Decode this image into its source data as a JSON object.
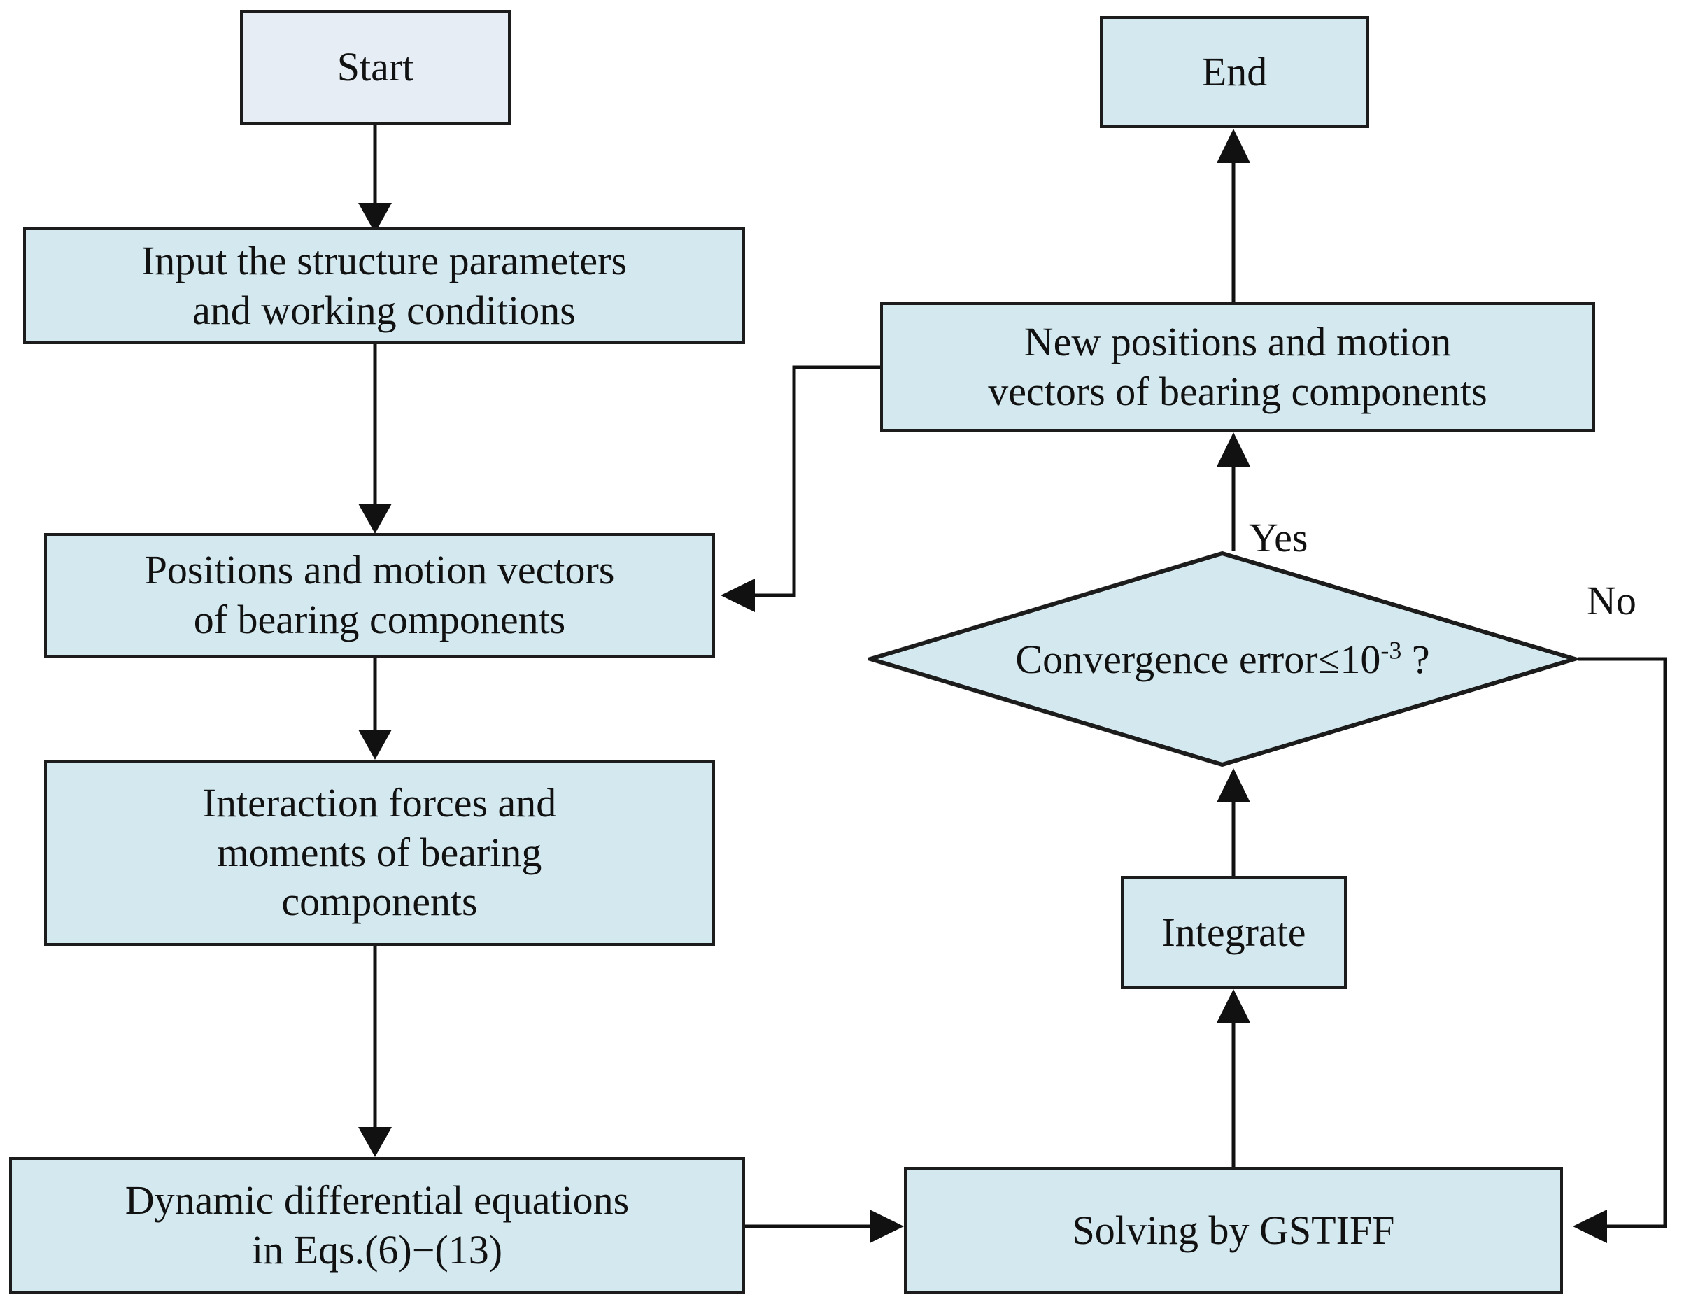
{
  "diagram": {
    "type": "flowchart",
    "title": "",
    "background_color": "#ffffff",
    "palette": {
      "process_fill": "#d4e9ef",
      "terminator_fill": "#e6edf4",
      "border": "#1c1c1c",
      "text": "#111111",
      "arrow": "#111111"
    },
    "nodes": [
      {
        "id": "start",
        "shape": "rectangle",
        "label": "Start"
      },
      {
        "id": "input_params",
        "shape": "rectangle",
        "label": "Input the structure parameters\nand working conditions"
      },
      {
        "id": "positions_vectors",
        "shape": "rectangle",
        "label": "Positions and motion vectors\nof bearing components"
      },
      {
        "id": "interaction_forces",
        "shape": "rectangle",
        "label": "Interaction forces and\nmoments of bearing\ncomponents"
      },
      {
        "id": "dynamic_equations",
        "shape": "rectangle",
        "label": "Dynamic differential equations\nin Eqs.(6)−(13)"
      },
      {
        "id": "solving_gstiff",
        "shape": "rectangle",
        "label": "Solving by GSTIFF"
      },
      {
        "id": "integrate",
        "shape": "rectangle",
        "label": "Integrate"
      },
      {
        "id": "convergence_check",
        "shape": "diamond",
        "label_prefix": "Convergence error≤10",
        "label_superscript": "-3",
        "label_suffix": " ?",
        "label_plain": "Convergence error≤10-3 ?"
      },
      {
        "id": "new_positions",
        "shape": "rectangle",
        "label": "New positions and motion\nvectors of bearing components"
      },
      {
        "id": "end",
        "shape": "rectangle",
        "label": "End"
      }
    ],
    "edge_labels": {
      "yes": "Yes",
      "no": "No"
    },
    "edges": [
      {
        "from": "start",
        "to": "input_params",
        "label": ""
      },
      {
        "from": "input_params",
        "to": "positions_vectors",
        "label": ""
      },
      {
        "from": "positions_vectors",
        "to": "interaction_forces",
        "label": ""
      },
      {
        "from": "interaction_forces",
        "to": "dynamic_equations",
        "label": ""
      },
      {
        "from": "dynamic_equations",
        "to": "solving_gstiff",
        "label": ""
      },
      {
        "from": "solving_gstiff",
        "to": "integrate",
        "label": ""
      },
      {
        "from": "integrate",
        "to": "convergence_check",
        "label": ""
      },
      {
        "from": "convergence_check",
        "to": "new_positions",
        "label": "Yes"
      },
      {
        "from": "convergence_check",
        "to": "solving_gstiff",
        "label": "No"
      },
      {
        "from": "new_positions",
        "to": "end",
        "label": ""
      },
      {
        "from": "new_positions",
        "to": "positions_vectors",
        "label": ""
      }
    ]
  }
}
